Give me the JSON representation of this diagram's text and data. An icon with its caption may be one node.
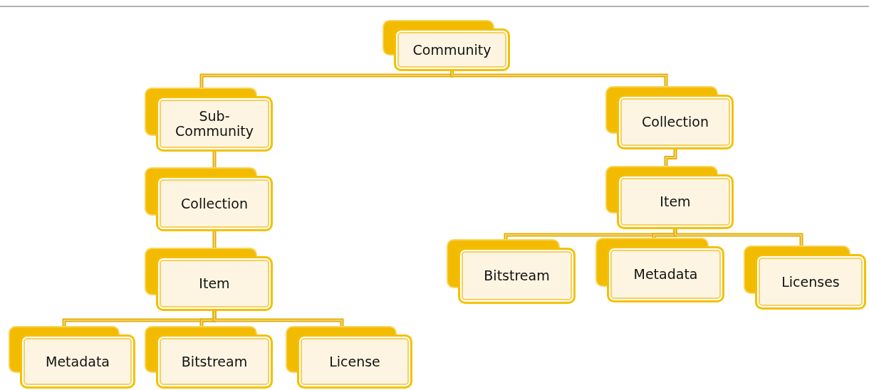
{
  "diagram": {
    "nodes": [
      {
        "text": [
          "Community"
        ]
      },
      {
        "text": [
          "Sub-Community"
        ]
      },
      {
        "text": [
          "Collection"
        ]
      },
      {
        "text": [
          "Item"
        ]
      },
      {
        "text": [
          "Metadata"
        ]
      },
      {
        "text": [
          "Bitstream"
        ]
      },
      {
        "text": [
          "License"
        ]
      },
      {
        "text": [
          "Collection"
        ]
      },
      {
        "text": [
          "Item"
        ]
      },
      {
        "text": [
          "Bitstream"
        ]
      },
      {
        "text": [
          "Metadata"
        ]
      },
      {
        "text": [
          "Licenses"
        ]
      }
    ],
    "edges": [
      {
        "from": 0,
        "to": 1,
        "arrow": "none"
      },
      {
        "from": 0,
        "to": 7,
        "arrow": "none"
      },
      {
        "from": 1,
        "to": 2,
        "arrow": "none"
      },
      {
        "from": 2,
        "to": 3,
        "arrow": "none"
      },
      {
        "from": 3,
        "to": 4,
        "arrow": "none"
      },
      {
        "from": 3,
        "to": 5,
        "arrow": "none"
      },
      {
        "from": 3,
        "to": 6,
        "arrow": "none"
      },
      {
        "from": 7,
        "to": 8,
        "arrow": "none"
      },
      {
        "from": 8,
        "to": 9,
        "arrow": "none"
      },
      {
        "from": 8,
        "to": 10,
        "arrow": "none"
      },
      {
        "from": 8,
        "to": 11,
        "arrow": "none"
      }
    ]
  }
}
